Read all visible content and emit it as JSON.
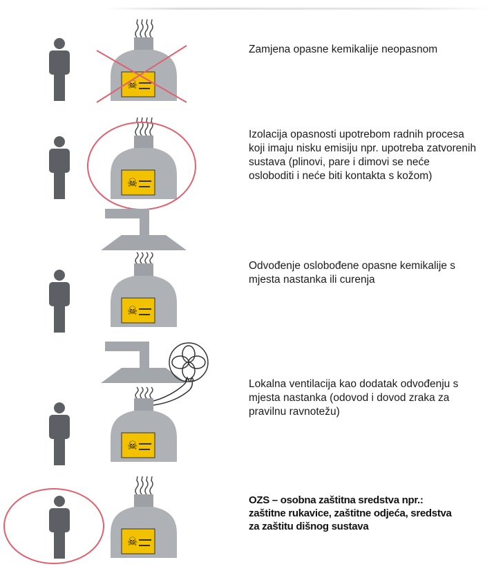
{
  "steps": [
    {
      "id": "substitution",
      "icon": "crossed-out-hazard-bottle-icon",
      "caption": "Zamjena opasne kemikalije neopasnom"
    },
    {
      "id": "isolation",
      "icon": "circled-hazard-bottle-icon",
      "caption": "Izolacija opasnosti upotrebom radnih procesa koji imaju nisku emisiju npr. upotreba zatvorenih sustava (plinovi, pare i dimovi se neće osloboditi i neće biti kontakta s kožom)"
    },
    {
      "id": "extraction",
      "icon": "extraction-hood-icon",
      "caption": "Odvođenje oslobođene opasne kemikalije s mjesta nastanka ili curenja"
    },
    {
      "id": "ventilation",
      "icon": "ventilation-fan-icon",
      "caption": "Lokalna ventilacija kao dodatak odvođenju s mjesta nastanka (odovod i dovod zraka za pravilnu ravnotežu)"
    },
    {
      "id": "ppe",
      "icon": "circled-person-icon",
      "caption": "OZS – osobna zaštitna sredstva npr.: zaštitne rukavice, zaštitne odjeća, sredstva za zaštitu dišnog sustava"
    }
  ],
  "colors": {
    "person": "#5c6064",
    "bottle": "#aeb2b6",
    "label": "#f2c200",
    "ring": "#e0606a",
    "hood": "#a3a7ab"
  }
}
